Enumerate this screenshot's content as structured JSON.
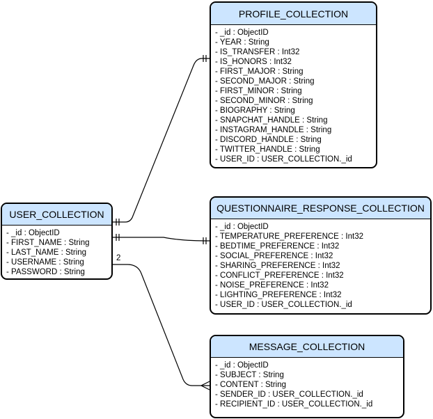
{
  "entities": [
    {
      "id": "profile",
      "title": "PROFILE_COLLECTION",
      "fields": [
        "- _id : ObjectID",
        "- YEAR : String",
        "- IS_TRANSFER : Int32",
        "- IS_HONORS : Int32",
        "- FIRST_MAJOR : String",
        "- SECOND_MAJOR : String",
        "- FIRST_MINOR : String",
        "- SECOND_MINOR : String",
        "- BIOGRAPHY : String",
        "- SNAPCHAT_HANDLE : String",
        "- INSTAGRAM_HANDLE : String",
        "- DISCORD_HANDLE : String",
        "- TWITTER_HANDLE : String",
        "- USER_ID : USER_COLLECTION._id"
      ]
    },
    {
      "id": "user",
      "title": "USER_COLLECTION",
      "fields": [
        "- _id : ObjectID",
        "- FIRST_NAME : String",
        "- LAST_NAME : String",
        "- USERNAME : String",
        "- PASSWORD : String"
      ]
    },
    {
      "id": "questionnaire",
      "title": "QUESTIONNAIRE_RESPONSE_COLLECTION",
      "fields": [
        "- _id : ObjectID",
        "- TEMPERATURE_PREFERENCE : Int32",
        "- BEDTIME_PREFERENCE : Int32",
        "- SOCIAL_PREFERENCE : Int32",
        "- SHARING_PREFERENCE : Int32",
        "- CONFLICT_PREFERENCE : Int32",
        "- NOISE_PREFERENCE : Int32",
        "- LIGHTING_PREFERENCE : Int32",
        "- USER_ID : USER_COLLECTION._id"
      ]
    },
    {
      "id": "message",
      "title": "MESSAGE_COLLECTION",
      "fields": [
        "- _id : ObjectID",
        "- SUBJECT : String",
        "- CONTENT : String",
        "- SENDER_ID : USER_COLLECTION._id",
        "- RECIPIENT_ID : USER_COLLECTION._id"
      ]
    }
  ],
  "relationships": [
    {
      "from": "user",
      "to": "profile",
      "from_end": "one",
      "to_end": "one",
      "label": ""
    },
    {
      "from": "user",
      "to": "questionnaire",
      "from_end": "one",
      "to_end": "one",
      "label": ""
    },
    {
      "from": "user",
      "to": "message",
      "from_end": "plain",
      "to_end": "many",
      "label": "2"
    }
  ],
  "colors": {
    "header_fill": "#cce5ff",
    "border": "#000000",
    "background": "#ffffff"
  }
}
